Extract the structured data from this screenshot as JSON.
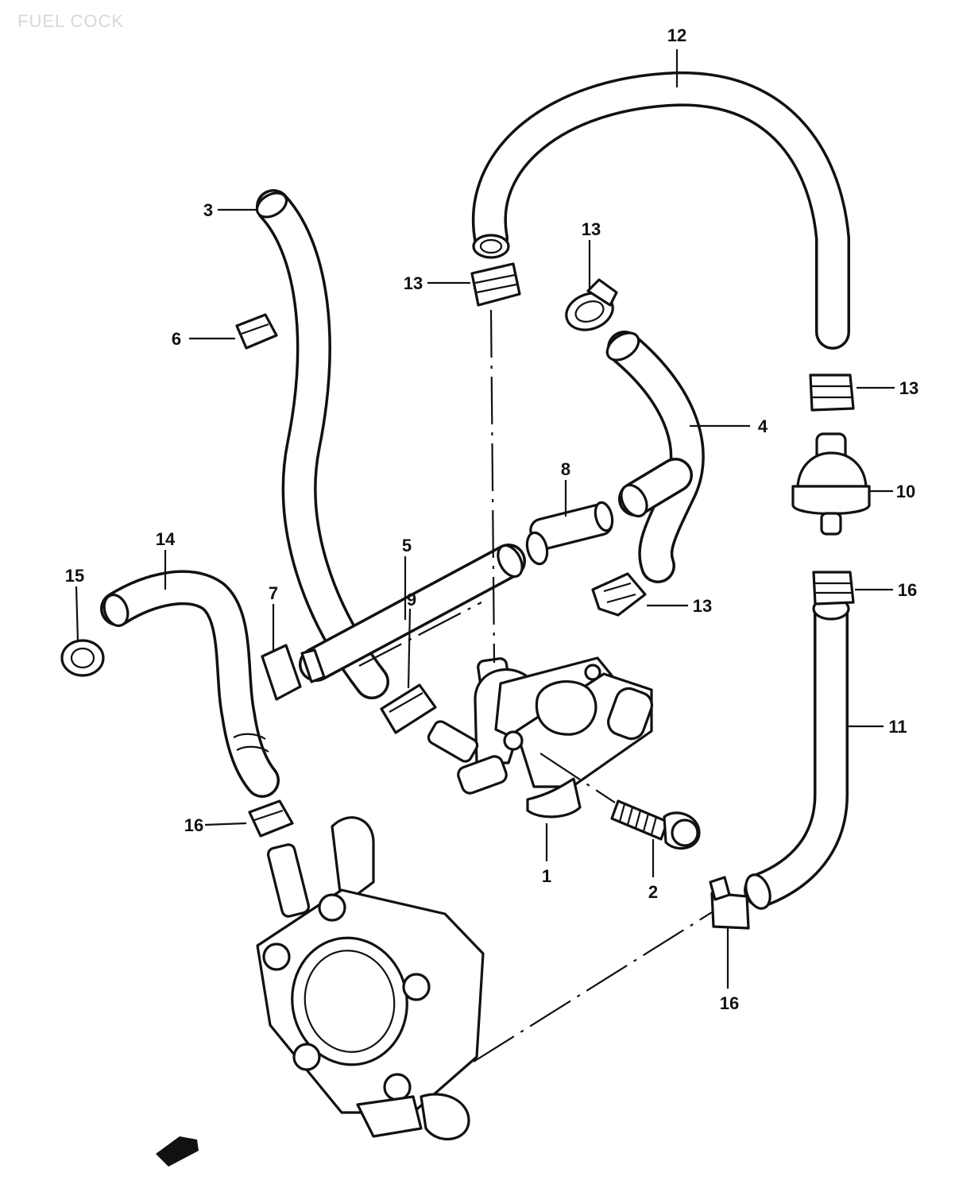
{
  "title": "FUEL COCK",
  "callouts": [
    {
      "id": "c1",
      "label": "1"
    },
    {
      "id": "c2",
      "label": "2"
    },
    {
      "id": "c3",
      "label": "3"
    },
    {
      "id": "c4",
      "label": "4"
    },
    {
      "id": "c5",
      "label": "5"
    },
    {
      "id": "c6",
      "label": "6"
    },
    {
      "id": "c7",
      "label": "7"
    },
    {
      "id": "c8",
      "label": "8"
    },
    {
      "id": "c9",
      "label": "9"
    },
    {
      "id": "c10",
      "label": "10"
    },
    {
      "id": "c11",
      "label": "11"
    },
    {
      "id": "c12",
      "label": "12"
    },
    {
      "id": "c13a",
      "label": "13"
    },
    {
      "id": "c13b",
      "label": "13"
    },
    {
      "id": "c13c",
      "label": "13"
    },
    {
      "id": "c13d",
      "label": "13"
    },
    {
      "id": "c14",
      "label": "14"
    },
    {
      "id": "c15",
      "label": "15"
    },
    {
      "id": "c16a",
      "label": "16"
    },
    {
      "id": "c16b",
      "label": "16"
    },
    {
      "id": "c16c",
      "label": "16"
    }
  ],
  "front_mark_icon": "front-arrow-icon"
}
